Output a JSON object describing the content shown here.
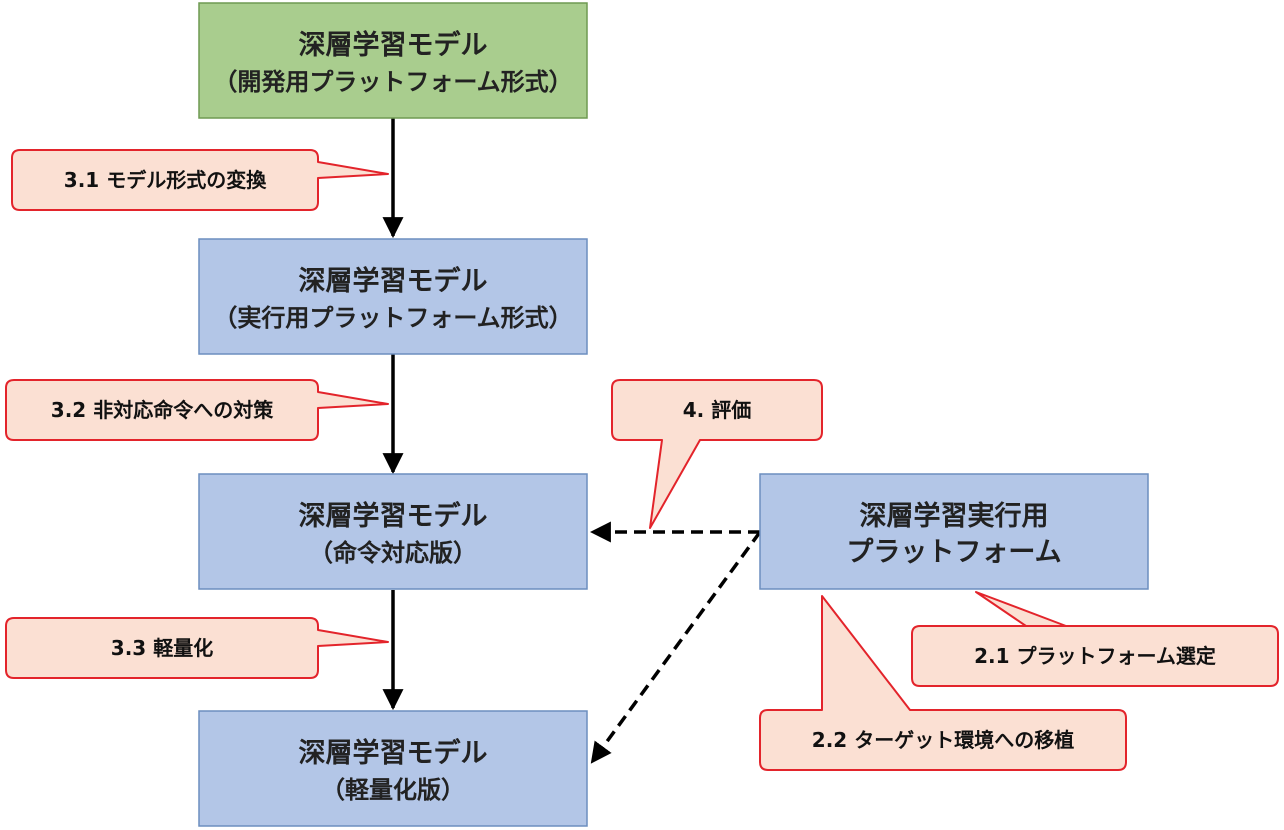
{
  "nodes": {
    "dev_model": {
      "title": "深層学習モデル",
      "subtitle": "（開発用プラットフォーム形式）",
      "fill": "#a9cd8e",
      "stroke": "#6f9a52"
    },
    "exec_model": {
      "title": "深層学習モデル",
      "subtitle": "（実行用プラットフォーム形式）",
      "fill": "#b3c6e7",
      "stroke": "#6c8ebf"
    },
    "inst_model": {
      "title": "深層学習モデル",
      "subtitle": "（命令対応版）",
      "fill": "#b3c6e7",
      "stroke": "#6c8ebf"
    },
    "light_model": {
      "title": "深層学習モデル",
      "subtitle": "（軽量化版）",
      "fill": "#b3c6e7",
      "stroke": "#6c8ebf"
    },
    "platform": {
      "title": "深層学習実行用",
      "subtitle": "プラットフォーム",
      "fill": "#b3c6e7",
      "stroke": "#6c8ebf"
    }
  },
  "callouts": {
    "c31": "3.1 モデル形式の変換",
    "c32": "3.2 非対応命令への対策",
    "c33": "3.3 軽量化",
    "c4": "4. 評価",
    "c21": "2.1 プラットフォーム選定",
    "c22": "2.2 ターゲット環境への移植"
  },
  "colors": {
    "callout_fill": "#fbe0d3",
    "callout_stroke": "#e3242b",
    "arrow": "#000000"
  }
}
